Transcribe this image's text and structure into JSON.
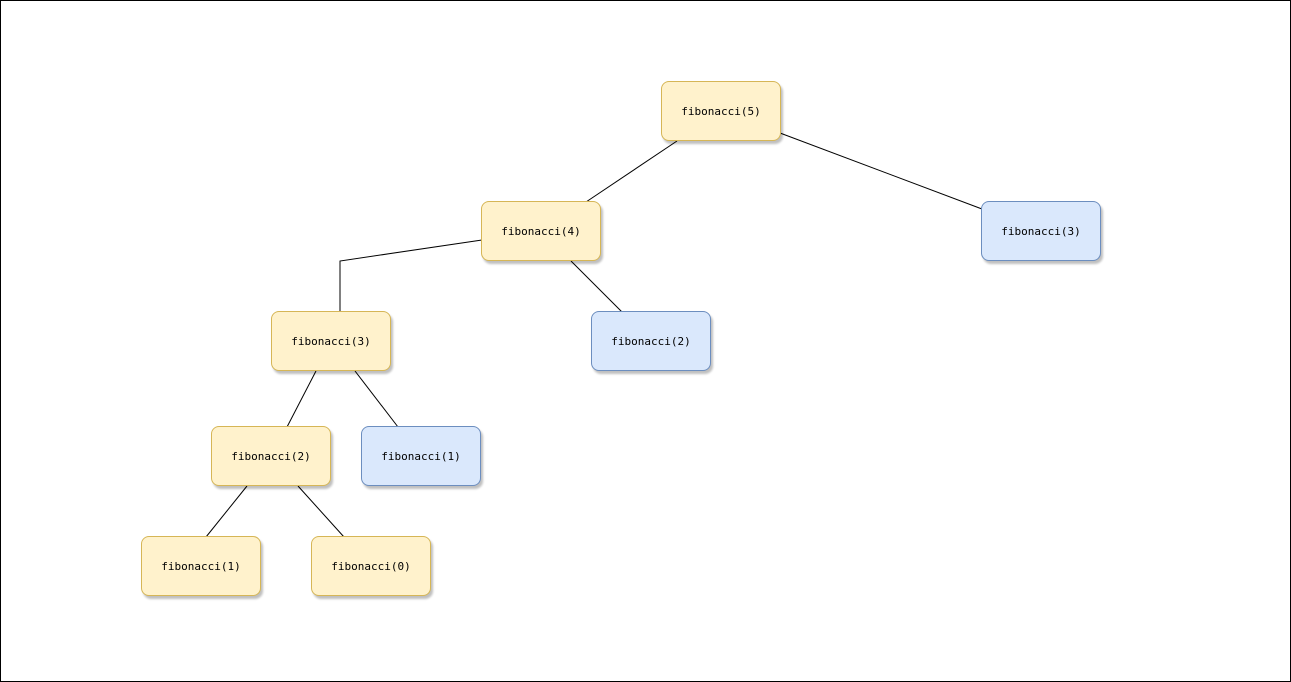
{
  "diagram": {
    "nodes": [
      {
        "id": "fib5",
        "label": "fibonacci(5)",
        "kind": "recursive"
      },
      {
        "id": "fib4",
        "label": "fibonacci(4)",
        "kind": "recursive"
      },
      {
        "id": "fib3r",
        "label": "fibonacci(3)",
        "kind": "memoized"
      },
      {
        "id": "fib3l",
        "label": "fibonacci(3)",
        "kind": "recursive"
      },
      {
        "id": "fib2r",
        "label": "fibonacci(2)",
        "kind": "memoized"
      },
      {
        "id": "fib2l",
        "label": "fibonacci(2)",
        "kind": "recursive"
      },
      {
        "id": "fib1r",
        "label": "fibonacci(1)",
        "kind": "memoized"
      },
      {
        "id": "fib1l",
        "label": "fibonacci(1)",
        "kind": "recursive"
      },
      {
        "id": "fib0",
        "label": "fibonacci(0)",
        "kind": "recursive"
      }
    ],
    "edges": [
      {
        "from": "fib5",
        "to": "fib4"
      },
      {
        "from": "fib5",
        "to": "fib3r"
      },
      {
        "from": "fib4",
        "to": "fib3l"
      },
      {
        "from": "fib4",
        "to": "fib2r"
      },
      {
        "from": "fib3l",
        "to": "fib2l"
      },
      {
        "from": "fib3l",
        "to": "fib1r"
      },
      {
        "from": "fib2l",
        "to": "fib1l"
      },
      {
        "from": "fib2l",
        "to": "fib0"
      }
    ],
    "colors": {
      "recursive_fill": "#fff2cc",
      "recursive_stroke": "#d6b656",
      "memoized_fill": "#dae8fc",
      "memoized_stroke": "#6c8ebf",
      "edge": "#000000"
    }
  }
}
